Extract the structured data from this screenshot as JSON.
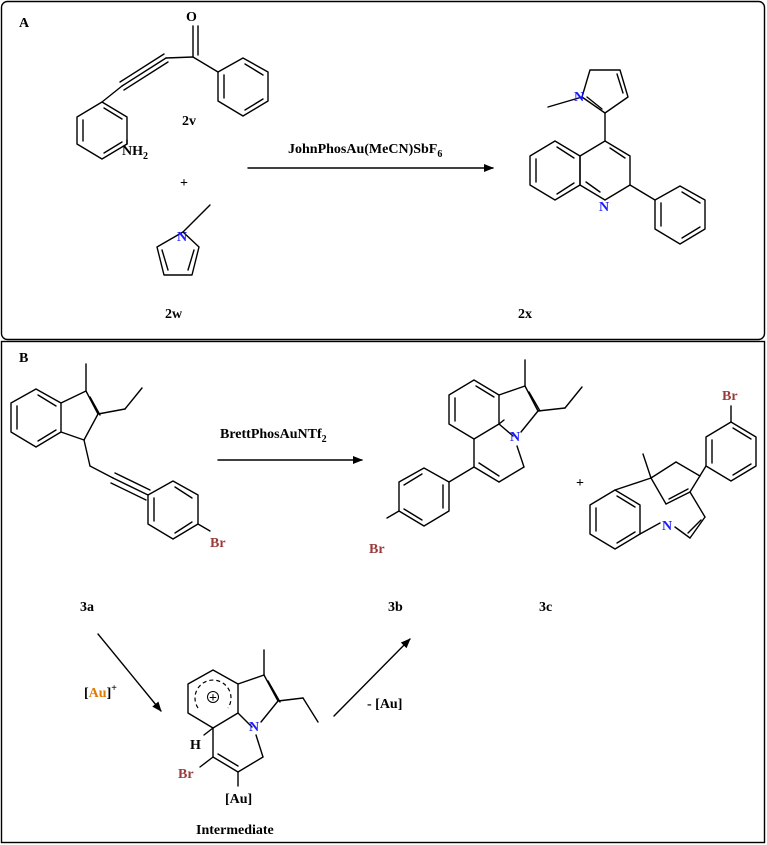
{
  "colors": {
    "nitrogen": "#1a1aff",
    "oxygen": "#e01010",
    "bromine": "#9a3b3b",
    "gold": "#e07a00",
    "ink": "#000000"
  },
  "panelA": {
    "tag": "A",
    "reactant1_label": "2v",
    "reactant2_label": "2w",
    "product_label": "2x",
    "plus": "+",
    "catalyst": "JohnPhosAu(MeCN)SbF",
    "catalyst_sub": "6",
    "atoms": {
      "oxygen": "O",
      "amine": "NH",
      "amine_sub": "2",
      "pyrrole_n": "N",
      "product_pyrrole_n": "N",
      "quinoline_n": "N"
    }
  },
  "panelB": {
    "tag": "B",
    "start_label": "3a",
    "product1_label": "3b",
    "product2_label": "3c",
    "plus": "+",
    "catalyst": "BrettPhosAuNTf",
    "catalyst_sub": "2",
    "gold_bracket_open": "[",
    "gold_text": "Au",
    "gold_bracket_close": "]",
    "gold_charge": "+",
    "loss_label": "- [Au]",
    "intermediate_label": "Intermediate",
    "atoms": {
      "br_3a": "Br",
      "br_3b": "Br",
      "br_3c": "Br",
      "n_3b": "N",
      "n_3c": "N",
      "n_int": "N",
      "h_int": "H",
      "br_int": "Br",
      "au_int": "[Au]",
      "cation": "+"
    }
  }
}
